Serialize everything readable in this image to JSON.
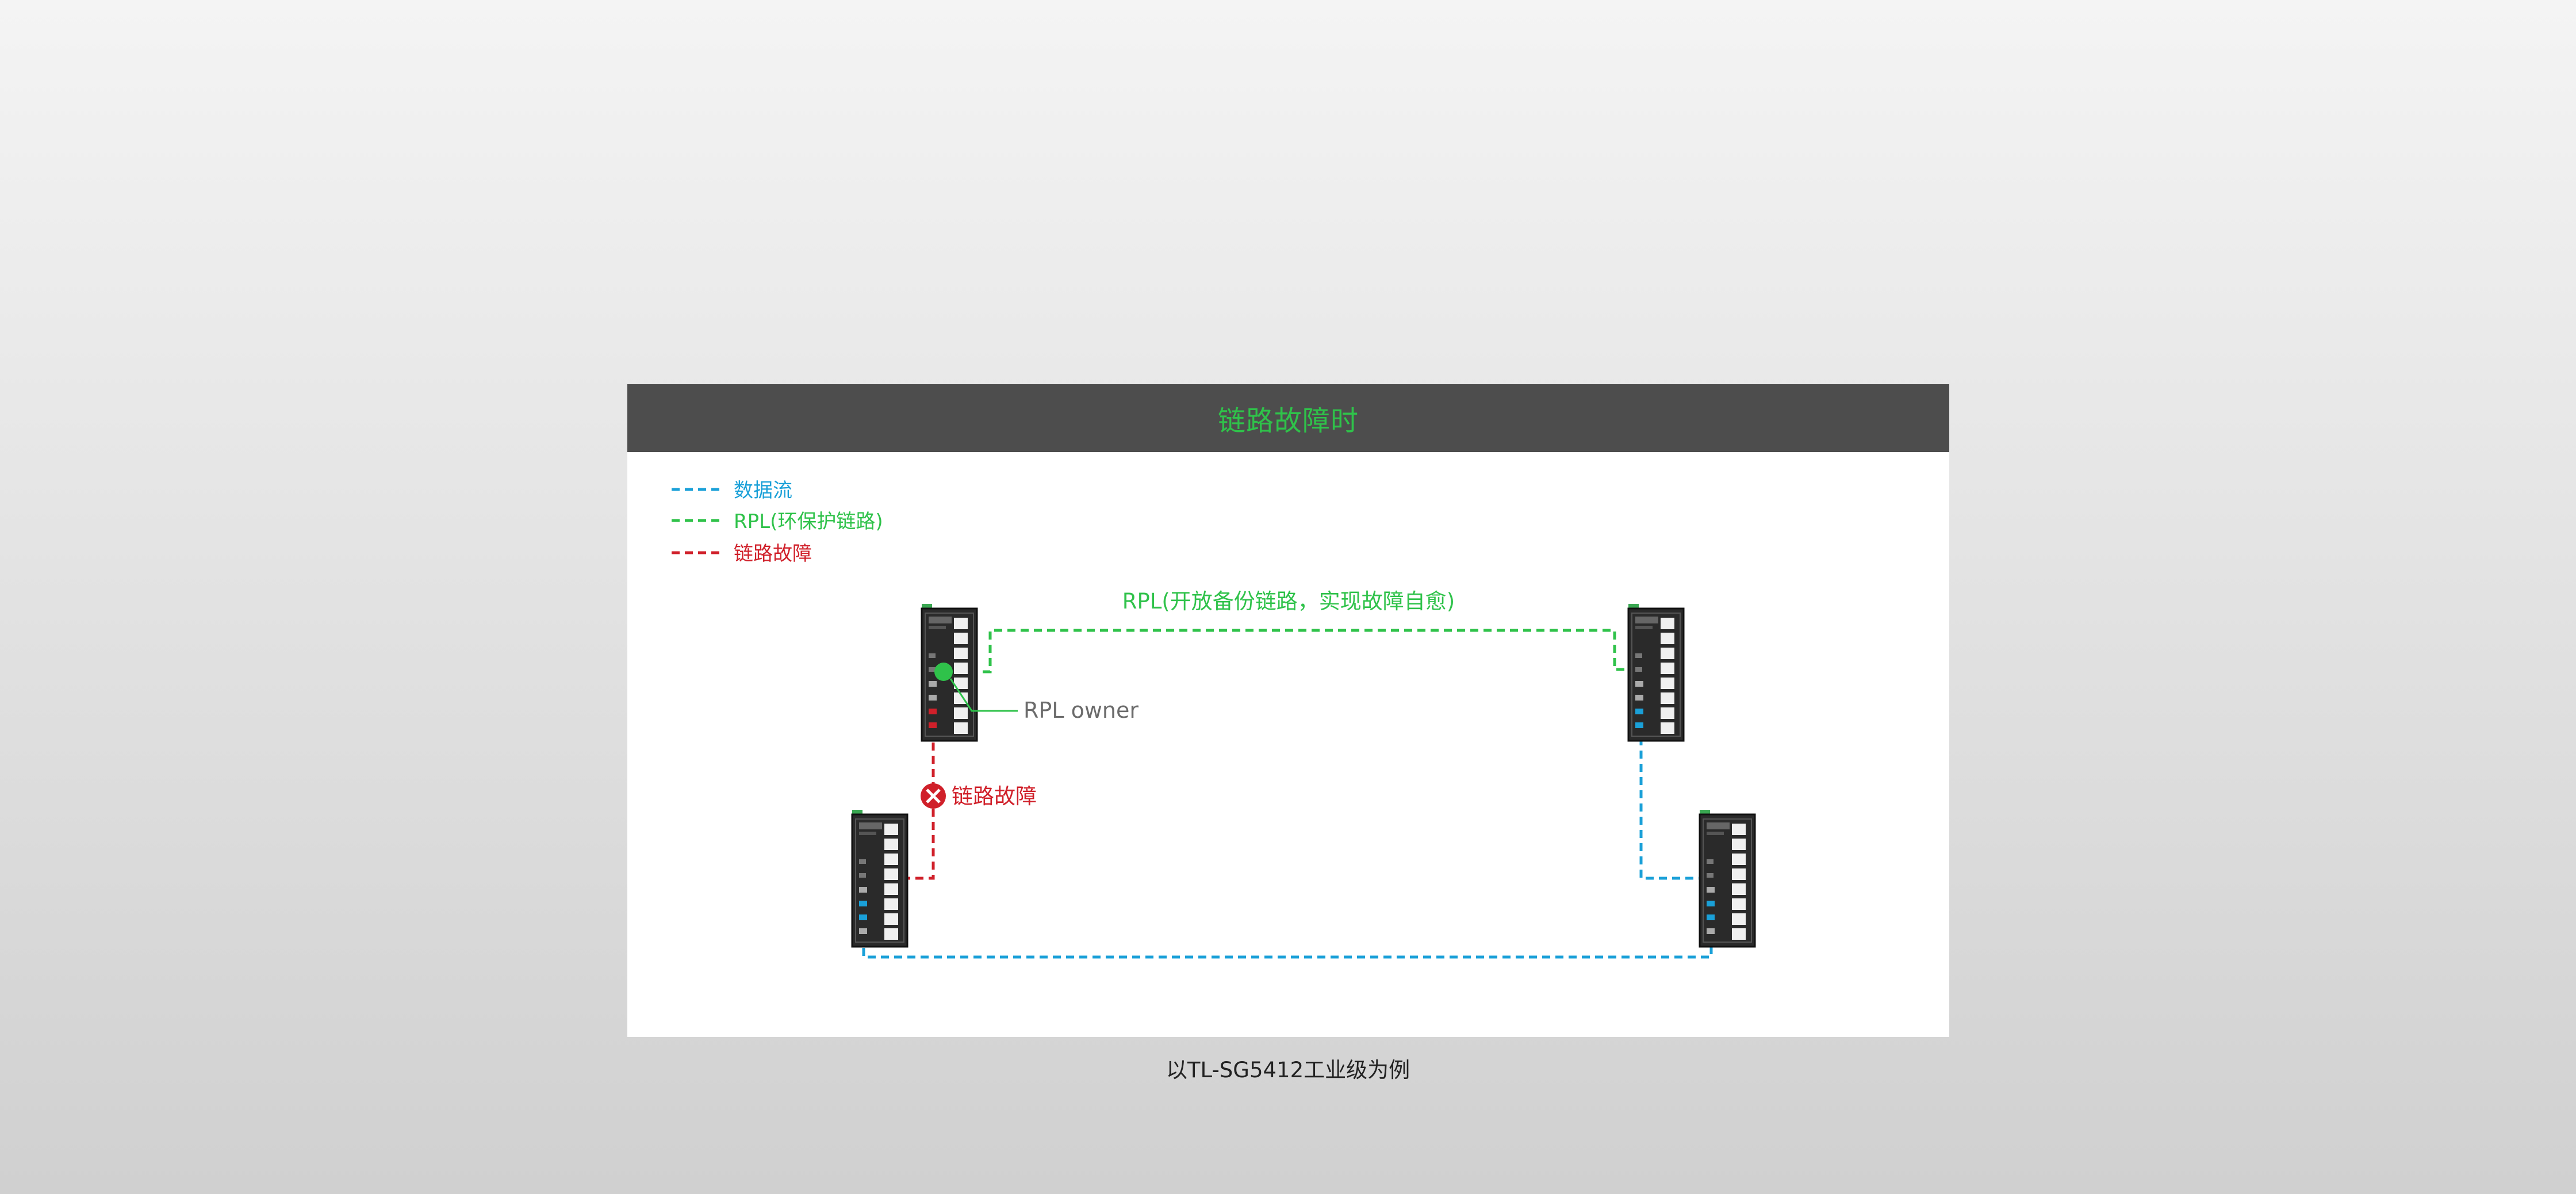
{
  "title": "链路故障时",
  "legend": [
    {
      "label": "数据流",
      "color": "#1aa0d8"
    },
    {
      "label": "RPL(环保护链路)",
      "color": "#2fc24a"
    },
    {
      "label": "链路故障",
      "color": "#d0202a"
    }
  ],
  "labels": {
    "rpl_open": "RPL(开放备份链路，实现故障自愈)",
    "rpl_owner": "RPL owner",
    "link_fault": "链路故障"
  },
  "caption": "以TL-SG5412工业级为例",
  "colors": {
    "header_bg": "#4d4d4d",
    "title": "#2fc24a",
    "data_flow": "#1aa0d8",
    "rpl": "#2fc24a",
    "fault": "#d0202a",
    "owner_label": "#6b6b6b",
    "switch_body": "#2a2a2a"
  },
  "icons": [
    "switch-icon",
    "fault-x-icon",
    "rpl-owner-dot-icon"
  ]
}
